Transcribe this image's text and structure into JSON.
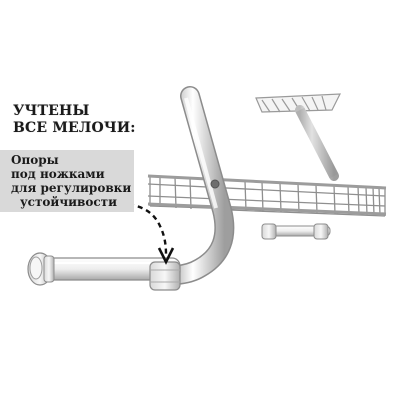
{
  "headline": {
    "line1": "УЧТЕНЫ",
    "line2": "ВСЕ МЕЛОЧИ:"
  },
  "callout": {
    "line1": "Опоры",
    "line2": "под ножками",
    "line3": "для регулировки",
    "line4": "устойчивости"
  },
  "colors": {
    "tube": "#f2f2f2",
    "tube_stroke": "#8c8c8c",
    "callout_bg": "#d9d9d9",
    "text": "#1a1a1a"
  }
}
